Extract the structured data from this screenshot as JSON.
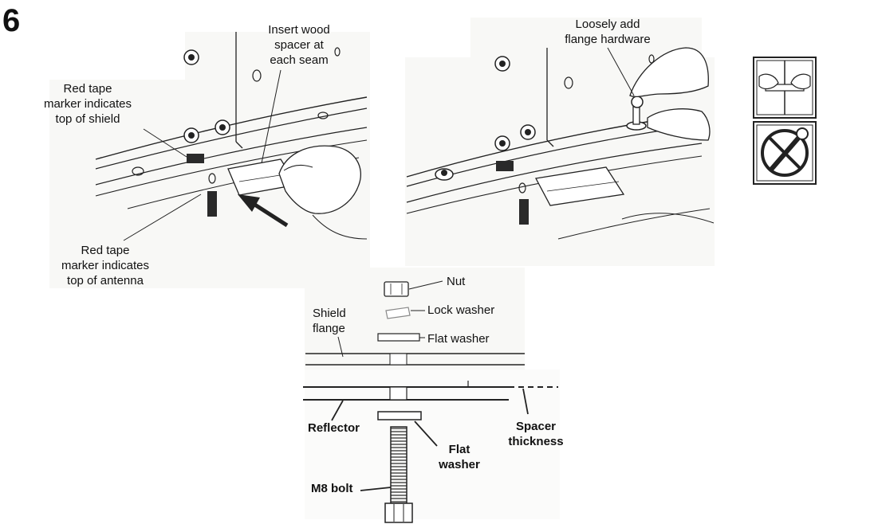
{
  "step_number": "6",
  "left_panel": {
    "spacer_label": [
      "Insert wood",
      "spacer at",
      "each seam"
    ],
    "shield_marker_label": [
      "Red tape",
      "marker indicates",
      "top of shield"
    ],
    "antenna_marker_label": [
      "Red tape",
      "marker indicates",
      "top of antenna"
    ]
  },
  "right_panel": {
    "hardware_label": [
      "Loosely add",
      "flange hardware"
    ]
  },
  "icons": {
    "hand_tighten": "hand-tighten-icon",
    "no_wrench": "no-wrench-icon"
  },
  "hardware_diagram": {
    "nut": "Nut",
    "lock_washer": "Lock washer",
    "flat_washer_top": "Flat washer",
    "shield_flange": [
      "Shield",
      "flange"
    ],
    "reflector": "Reflector",
    "flat_washer_bottom": [
      "Flat",
      "washer"
    ],
    "spacer_thickness": [
      "Spacer",
      "thickness"
    ],
    "bolt": "M8 bolt"
  },
  "colors": {
    "ink": "#111111",
    "marker": "#2a2a2a",
    "panel": "#f7f7f5"
  }
}
